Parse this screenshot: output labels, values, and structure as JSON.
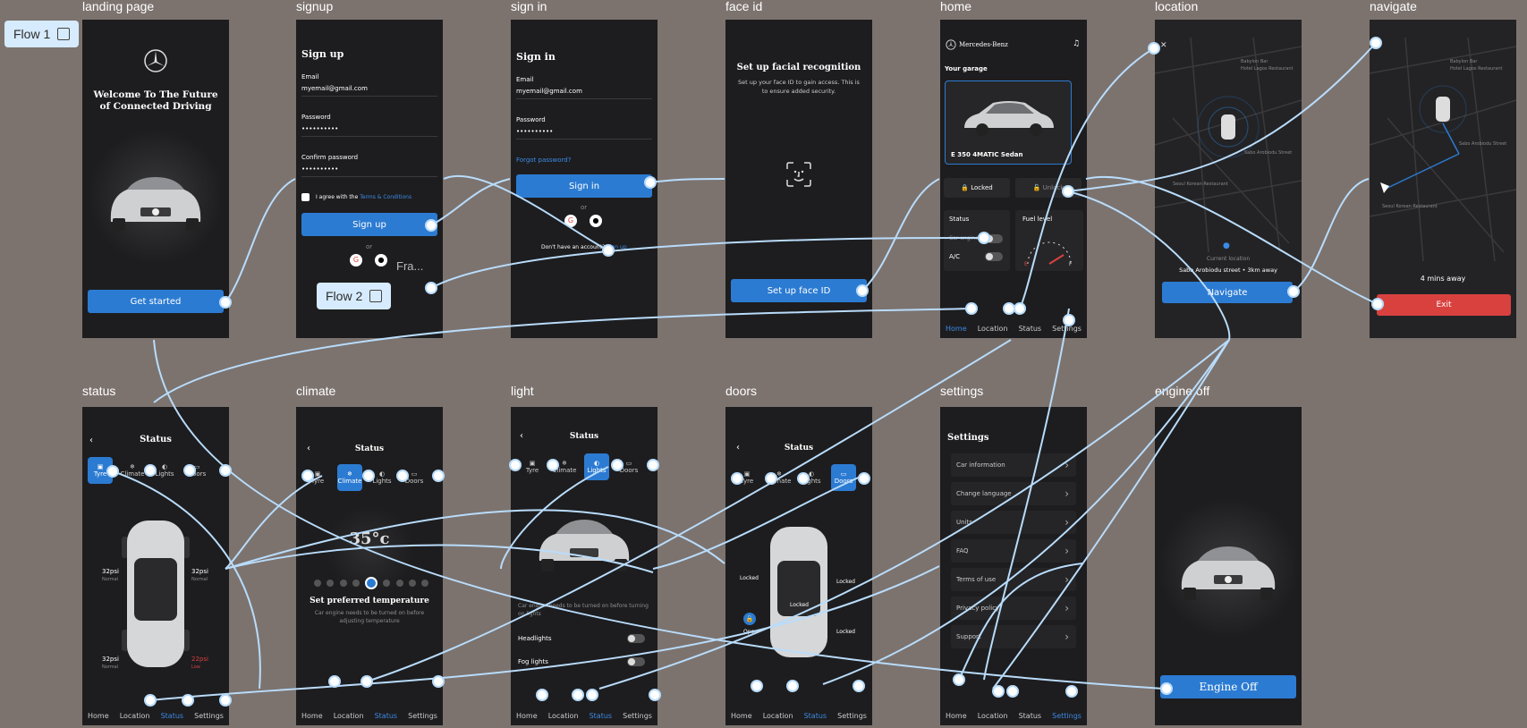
{
  "frames": {
    "landing": "landing page",
    "signup": "signup",
    "signin": "sign in",
    "faceid": "face id",
    "home": "home",
    "location": "location",
    "navigate": "navigate",
    "status": "status",
    "climate": "climate",
    "light": "light",
    "doors": "doors",
    "settings": "settings",
    "engineoff": "engine off"
  },
  "flows": {
    "flow1": "Flow 1",
    "flow2": "Flow 2",
    "fra": "Fra..."
  },
  "landing": {
    "title": "Welcome To The Future of Connected Driving",
    "cta": "Get started"
  },
  "signup": {
    "title": "Sign up",
    "email_label": "Email",
    "email": "myemail@gmail.com",
    "password_label": "Password",
    "password": "••••••••••",
    "confirm_label": "Confirm password",
    "confirm": "••••••••••",
    "agree": "I agree with the ",
    "terms": "Terms & Conditions",
    "cta": "Sign up",
    "or": "or"
  },
  "signin": {
    "title": "Sign in",
    "email_label": "Email",
    "email": "myemail@gmail.com",
    "password_label": "Password",
    "password": "••••••••••",
    "forgot": "Forgot password?",
    "cta": "Sign in",
    "or": "or",
    "noaccount": "Don't have an account? ",
    "signup_link": "Sign up"
  },
  "faceid": {
    "title": "Set up facial recognition",
    "desc": "Set up your face ID to gain access. This is to ensure added security.",
    "cta": "Set up face ID"
  },
  "home": {
    "brand": "Mercedes-Benz",
    "garage": "Your garage",
    "car": "E 350 4MATIC Sedan",
    "locked": "Locked",
    "unlock": "Unlock",
    "status": "Status",
    "fuel": "Fuel level",
    "engine": "Car engine",
    "ac": "A/C",
    "nav": [
      "Home",
      "Location",
      "Status",
      "Settings"
    ]
  },
  "location": {
    "current": "Current location",
    "address": "Sabo Arobiodu street • 3km away",
    "cta": "Navigate",
    "places": [
      "Babylon Bar",
      "Hotel Lagos Restaurant",
      "Seoul Korean Restaurant",
      "Sabo Arobiodu Street"
    ]
  },
  "navigate": {
    "eta": "4 mins away",
    "exit": "Exit",
    "places": [
      "Babylon Bar",
      "Hotel Lagos Restaurant",
      "Seoul Korean Restaurant",
      "Sabo Arobiodu Street"
    ]
  },
  "status": {
    "title": "Status",
    "tabs": [
      "Tyre",
      "Climate",
      "Lights",
      "Doors"
    ],
    "tyres": [
      "32psi",
      "32psi",
      "32psi",
      "22psi"
    ],
    "tyre_sub": [
      "Normal",
      "Normal",
      "Normal",
      "Low"
    ],
    "nav": [
      "Home",
      "Location",
      "Status",
      "Settings"
    ]
  },
  "climate": {
    "title": "Status",
    "temp": "35°c",
    "heading": "Set preferred temperature",
    "desc": "Car engine needs to be turned on before adjusting temperature"
  },
  "light": {
    "title": "Status",
    "desc": "Car engine needs to be turned on before turning on lights",
    "headlights": "Headlights",
    "foglights": "Fog lights"
  },
  "doors": {
    "title": "Status",
    "locked": "Locked",
    "open": "Open"
  },
  "settings": {
    "title": "Settings",
    "items": [
      "Car information",
      "Change language",
      "Units",
      "FAQ",
      "Terms of use",
      "Privacy policy",
      "Support"
    ]
  },
  "engineoff": {
    "cta": "Engine Off"
  },
  "colors": {
    "canvas": "#7c736f",
    "screen": "#1d1d1f",
    "accent": "#2c7bd2",
    "wire": "#b9dcfb",
    "danger": "#d9413f"
  }
}
